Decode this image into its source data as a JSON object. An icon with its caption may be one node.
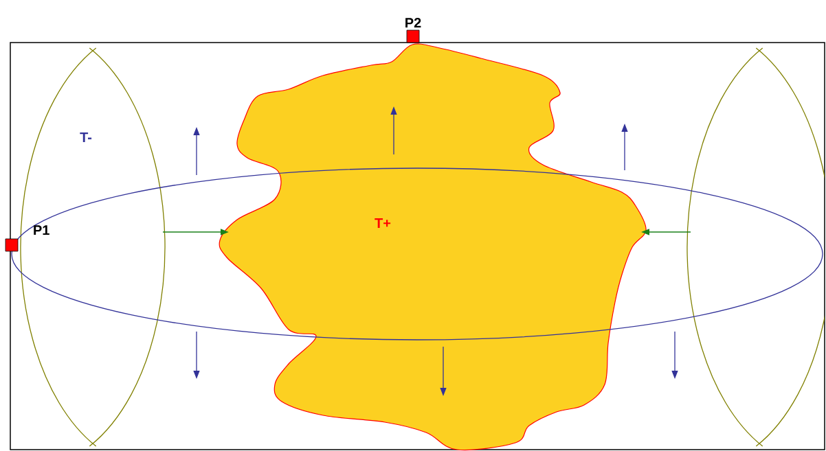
{
  "diagram": {
    "nodes": [
      {
        "text": [
          "T+"
        ]
      },
      {
        "text": [
          "P1"
        ]
      },
      {
        "text": [
          "P2"
        ]
      }
    ],
    "labels": [
      "T-"
    ]
  }
}
